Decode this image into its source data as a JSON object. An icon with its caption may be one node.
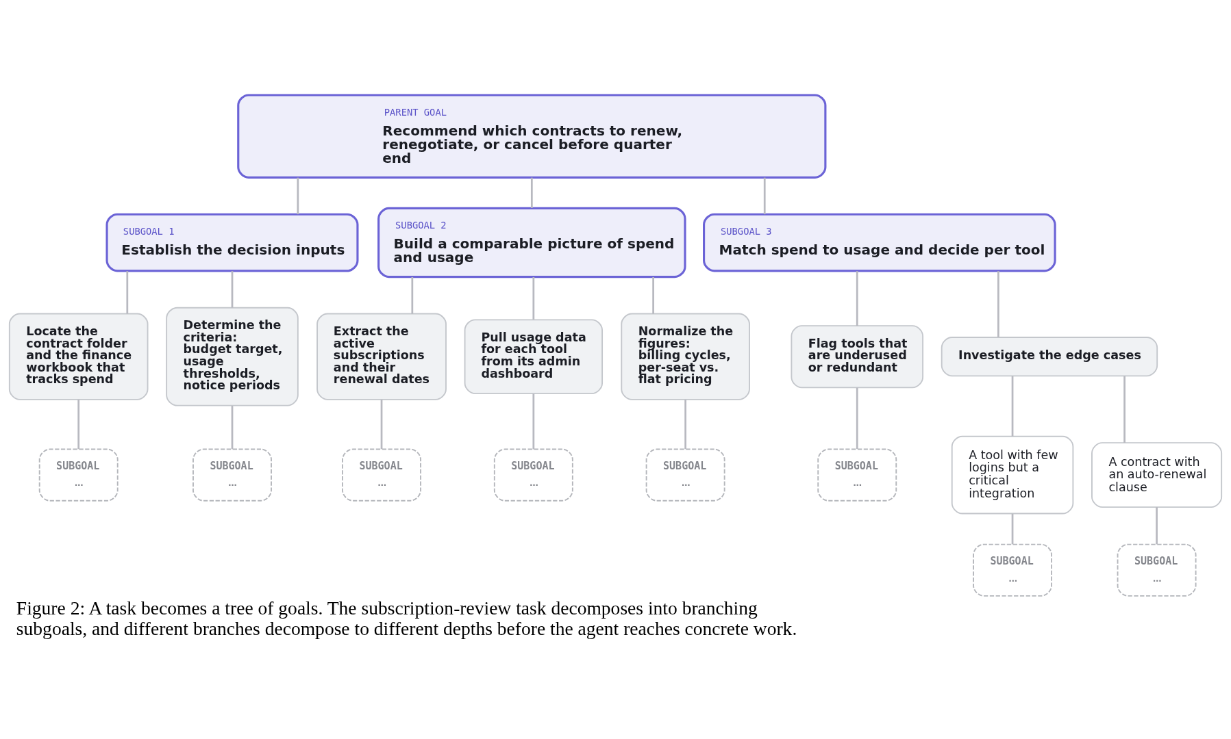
{
  "diagram": {
    "caption": "Figure 2: A task becomes a tree of goals. The subscription-review task decomposes into branching subgoals, and different branches decompose to different depths before the agent reaches concrete work.",
    "nodes": [
      {
        "text": [
          "PARENT GOAL",
          "Recommend which contracts to renew, renegotiate, or cancel before quarter end"
        ]
      },
      {
        "text": [
          "SUBGOAL 1",
          "Establish the decision inputs"
        ]
      },
      {
        "text": [
          "SUBGOAL 2",
          "Build a comparable picture of spend and usage"
        ]
      },
      {
        "text": [
          "SUBGOAL 3",
          "Match spend to usage and decide per tool"
        ]
      },
      {
        "text": [
          "Locate the contract folder and the finance workbook that tracks spend"
        ]
      },
      {
        "text": [
          "Determine the criteria: budget target, usage thresholds, notice periods"
        ]
      },
      {
        "text": [
          "Extract the active subscriptions and their renewal dates"
        ]
      },
      {
        "text": [
          "Pull usage data for each tool from its admin dashboard"
        ]
      },
      {
        "text": [
          "Normalize the figures: billing cycles, per-seat vs. flat pricing"
        ]
      },
      {
        "text": [
          "Flag tools that are underused or redundant"
        ]
      },
      {
        "text": [
          "Investigate the edge cases"
        ]
      },
      {
        "text": [
          "A tool with few logins but a critical integration"
        ]
      },
      {
        "text": [
          "A contract with an auto-renewal clause"
        ]
      },
      {
        "text": [
          "SUBGOAL",
          "…"
        ]
      },
      {
        "text": [
          "SUBGOAL",
          "…"
        ]
      },
      {
        "text": [
          "SUBGOAL",
          "…"
        ]
      },
      {
        "text": [
          "SUBGOAL",
          "…"
        ]
      },
      {
        "text": [
          "SUBGOAL",
          "…"
        ]
      },
      {
        "text": [
          "SUBGOAL",
          "…"
        ]
      },
      {
        "text": [
          "SUBGOAL",
          "…"
        ]
      },
      {
        "text": [
          "SUBGOAL",
          "…"
        ]
      }
    ],
    "edges": [
      {
        "from": 0,
        "to": 1,
        "arrow": "none"
      },
      {
        "from": 0,
        "to": 2,
        "arrow": "none"
      },
      {
        "from": 0,
        "to": 3,
        "arrow": "none"
      },
      {
        "from": 1,
        "to": 4,
        "arrow": "none"
      },
      {
        "from": 1,
        "to": 5,
        "arrow": "none"
      },
      {
        "from": 2,
        "to": 6,
        "arrow": "none"
      },
      {
        "from": 2,
        "to": 7,
        "arrow": "none"
      },
      {
        "from": 2,
        "to": 8,
        "arrow": "none"
      },
      {
        "from": 3,
        "to": 9,
        "arrow": "none"
      },
      {
        "from": 3,
        "to": 10,
        "arrow": "none"
      },
      {
        "from": 10,
        "to": 11,
        "arrow": "none"
      },
      {
        "from": 10,
        "to": 12,
        "arrow": "none"
      },
      {
        "from": 4,
        "to": 13,
        "arrow": "none"
      },
      {
        "from": 5,
        "to": 14,
        "arrow": "none"
      },
      {
        "from": 6,
        "to": 15,
        "arrow": "none"
      },
      {
        "from": 7,
        "to": 16,
        "arrow": "none"
      },
      {
        "from": 8,
        "to": 17,
        "arrow": "none"
      },
      {
        "from": 9,
        "to": 18,
        "arrow": "none"
      },
      {
        "from": 11,
        "to": 19,
        "arrow": "none"
      },
      {
        "from": 12,
        "to": 20,
        "arrow": "none"
      }
    ]
  }
}
